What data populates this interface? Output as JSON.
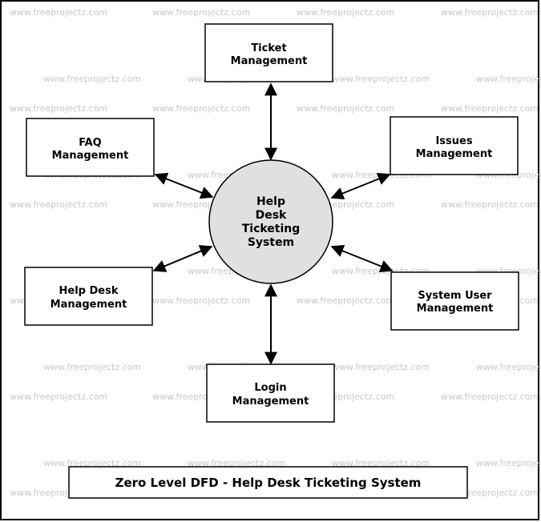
{
  "watermark": "www.freeprojectz.com",
  "process": {
    "lines": [
      "Help",
      "Desk",
      "Ticketing",
      "System"
    ]
  },
  "entities": [
    {
      "id": "ticket",
      "lines": [
        "Ticket",
        "Management"
      ]
    },
    {
      "id": "faq",
      "lines": [
        "FAQ",
        "Management"
      ]
    },
    {
      "id": "issues",
      "lines": [
        "Issues",
        "Management"
      ]
    },
    {
      "id": "helpdesk",
      "lines": [
        "Help Desk",
        "Management"
      ]
    },
    {
      "id": "systemuser",
      "lines": [
        "System User",
        "Management"
      ]
    },
    {
      "id": "login",
      "lines": [
        "Login",
        "Management"
      ]
    }
  ],
  "caption": "Zero Level DFD - Help Desk Ticketing System",
  "colors": {
    "process_fill": "#e0e0e0",
    "watermark": "#c8c8c8"
  }
}
